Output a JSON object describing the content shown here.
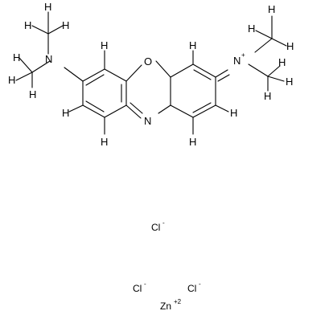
{
  "labels": {
    "h": "H",
    "n": "N",
    "o": "O",
    "n_charge": "+",
    "chloride_1": "Cl",
    "chloride_2": "Cl",
    "chloride_3": "Cl",
    "chloride_charge": "-",
    "zinc": "Zn",
    "zinc_charge": "+2"
  }
}
